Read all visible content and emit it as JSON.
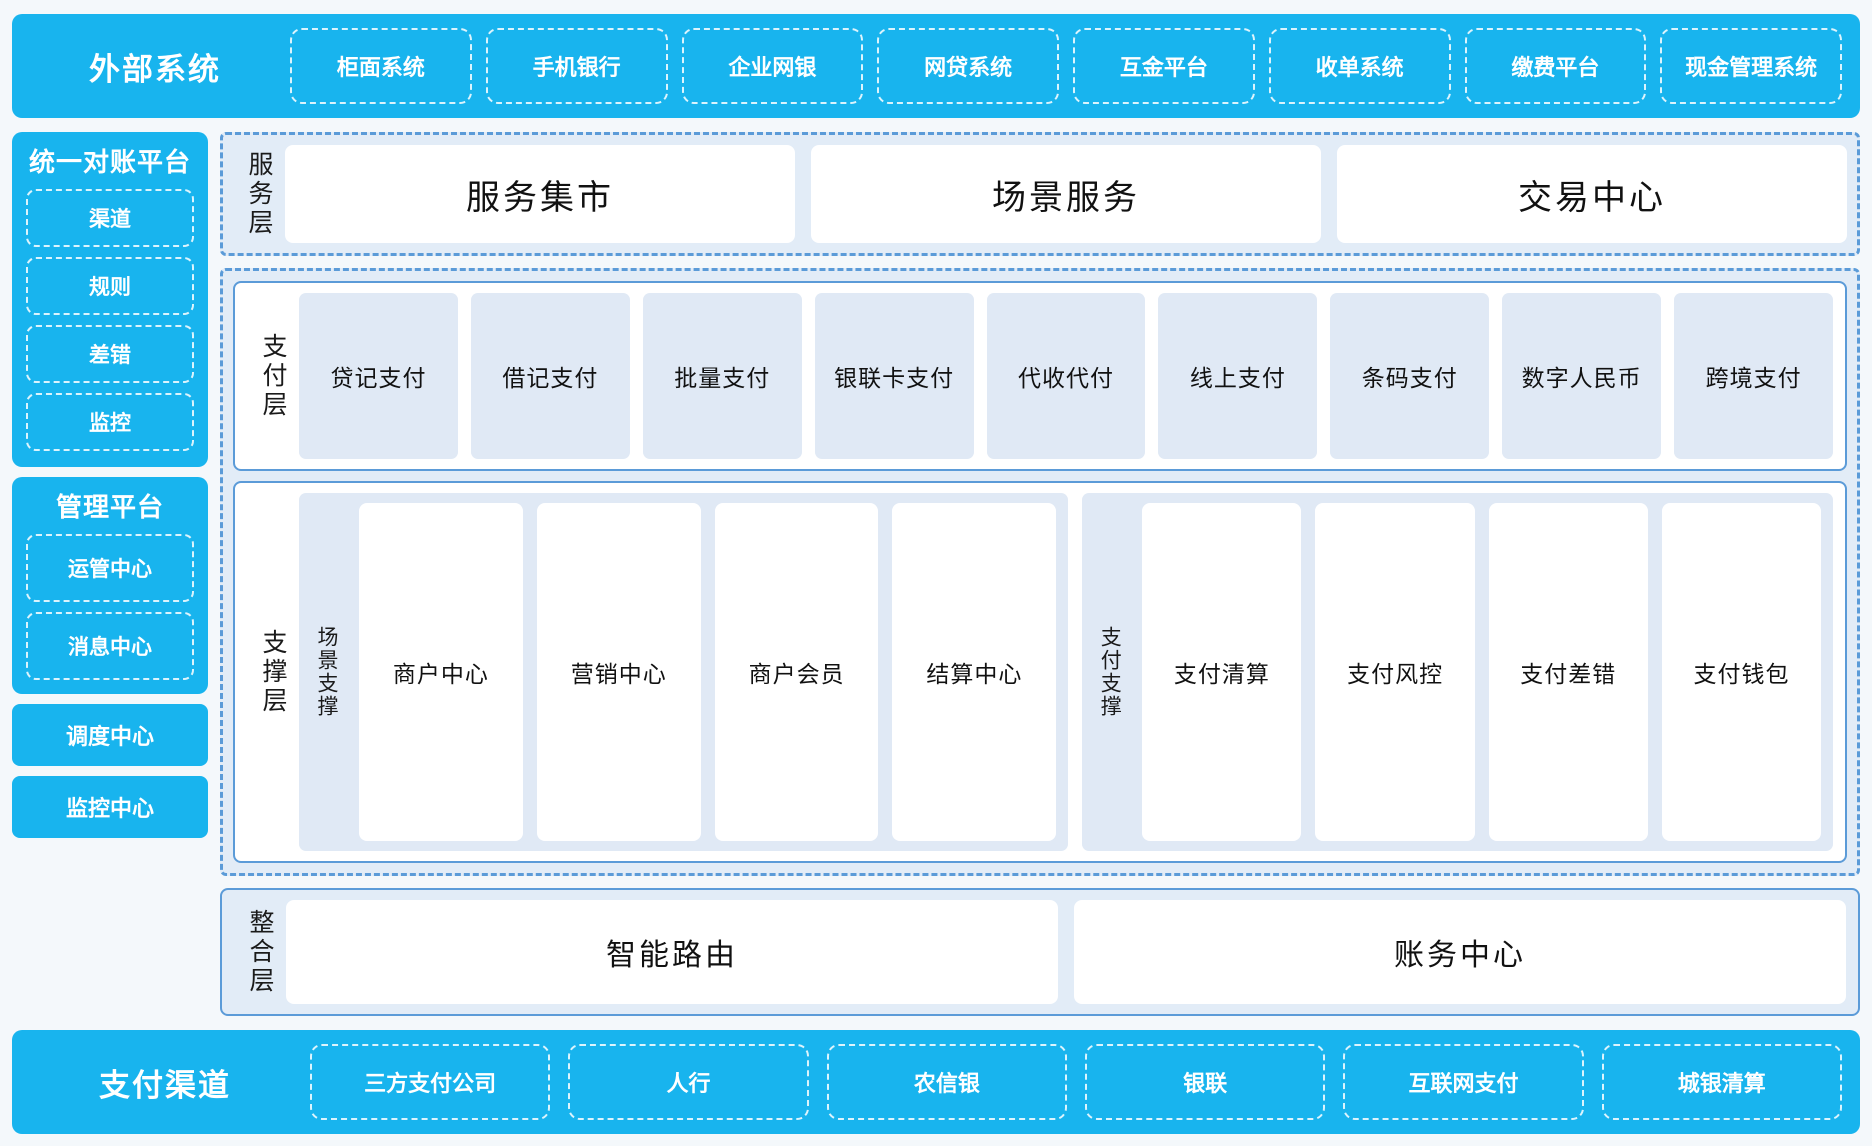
{
  "external": {
    "title": "外部系统",
    "items": [
      "柜面系统",
      "手机银行",
      "企业网银",
      "网贷系统",
      "互金平台",
      "收单系统",
      "缴费平台",
      "现金管理系统"
    ]
  },
  "left_rail": {
    "reconciliation": {
      "title": "统一对账平台",
      "items": [
        "渠道",
        "规则",
        "差错",
        "监控"
      ]
    },
    "management": {
      "title": "管理平台",
      "items": [
        "运管中心",
        "消息中心"
      ]
    },
    "standalone": [
      "调度中心",
      "监控中心"
    ]
  },
  "service_layer": {
    "label": "服务层",
    "items": [
      "服务集市",
      "场景服务",
      "交易中心"
    ]
  },
  "payment_layer": {
    "label": "支付层",
    "items": [
      "贷记支付",
      "借记支付",
      "批量支付",
      "银联卡支付",
      "代收代付",
      "线上支付",
      "条码支付",
      "数字人民币",
      "跨境支付"
    ]
  },
  "support_layer": {
    "label": "支撑层",
    "groups": [
      {
        "label": "场景支撑",
        "items": [
          "商户中心",
          "营销中心",
          "商户会员",
          "结算中心"
        ]
      },
      {
        "label": "支付支撑",
        "items": [
          "支付清算",
          "支付风控",
          "支付差错",
          "支付钱包"
        ]
      }
    ]
  },
  "integration_layer": {
    "label": "整合层",
    "items": [
      "智能路由",
      "账务中心"
    ]
  },
  "channels": {
    "title": "支付渠道",
    "items": [
      "三方支付公司",
      "人行",
      "农信银",
      "银联",
      "互联网支付",
      "城银清算"
    ]
  },
  "colors": {
    "brand_blue": "#18b4ee",
    "dash_blue": "#5b9bd8",
    "panel_fill": "#e2ecf7",
    "card_fill": "#e0e9f5",
    "page_bg": "#f4f8fb"
  }
}
